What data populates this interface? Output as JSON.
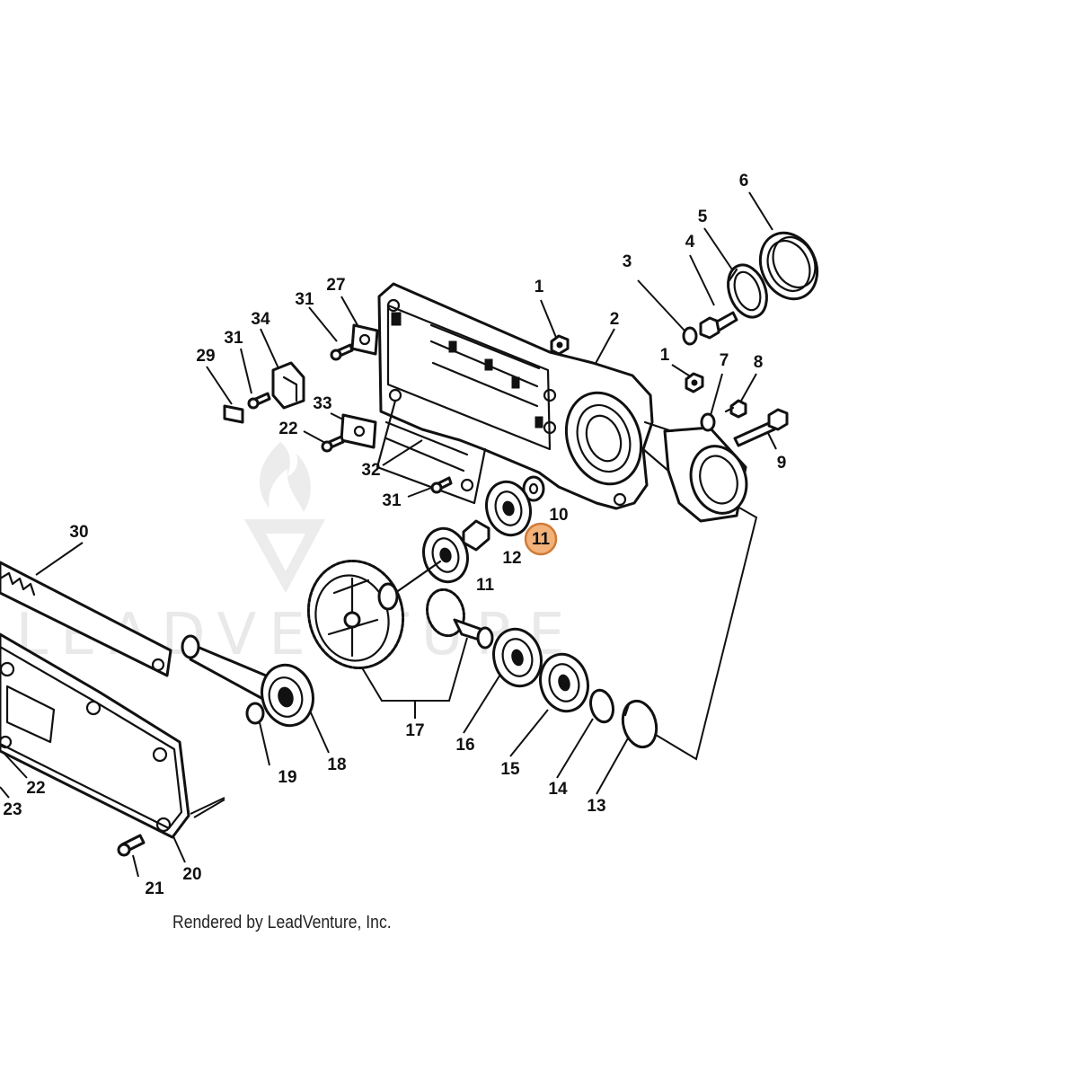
{
  "watermark": {
    "text": "LEADVENTURE"
  },
  "credit": {
    "text": "Rendered by LeadVenture, Inc."
  },
  "highlight": {
    "label": "11",
    "fill": "#f2b27a",
    "stroke": "#d07a36"
  },
  "callouts": {
    "c1a": "1",
    "c1b": "1",
    "c2": "2",
    "c3": "3",
    "c4": "4",
    "c5": "5",
    "c6": "6",
    "c7": "7",
    "c8": "8",
    "c9": "9",
    "c10": "10",
    "c11": "11",
    "c12": "12",
    "c13": "13",
    "c14": "14",
    "c15": "15",
    "c16": "16",
    "c17": "17",
    "c18": "18",
    "c19": "19",
    "c20": "20",
    "c21": "21",
    "c22a": "22",
    "c22b": "22",
    "c23": "23",
    "c27": "27",
    "c29": "29",
    "c30": "30",
    "c31a": "31",
    "c31b": "31",
    "c31c": "31",
    "c32": "32",
    "c33": "33",
    "c34": "34"
  }
}
